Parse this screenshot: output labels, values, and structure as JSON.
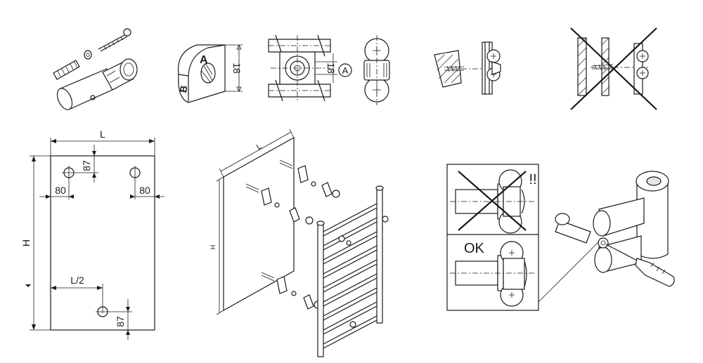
{
  "labels": {
    "clip_letter_a": "A",
    "clip_letter_b": "B",
    "clip_dim": "18",
    "bracket_dim": "18",
    "bracket_ref": "A",
    "plan_width": "L",
    "plan_height": "H",
    "plan_half_width": "L/2",
    "plan_top_offset": "87",
    "plan_left_offset": "80",
    "plan_right_offset": "80",
    "plan_bottom_offset": "87",
    "exploded_width": "L",
    "exploded_height": "H",
    "wrong_mark": "!!",
    "ok_mark": "OK"
  }
}
